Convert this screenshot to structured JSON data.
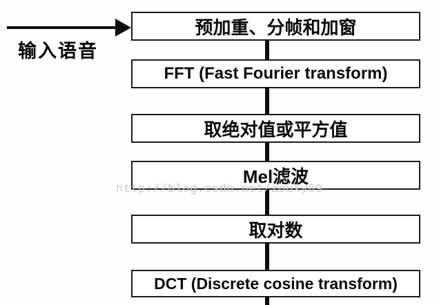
{
  "diagram": {
    "title_semantic": "MFCC feature extraction flowchart",
    "input_label": "输入语音",
    "steps": [
      {
        "label": "预加重、分帧和加窗"
      },
      {
        "label": "FFT (Fast Fourier transform)"
      },
      {
        "label": "取绝对值或平方值"
      },
      {
        "label": "Mel滤波"
      },
      {
        "label": "取对数"
      },
      {
        "label": "DCT (Discrete cosine transform)"
      }
    ],
    "watermark": "http://blog.csdn.net/zouxy09",
    "colors": {
      "line": "#0d0d0d",
      "box_border": "#1c1c1c",
      "box_fill": "#ffffff",
      "text": "#0a0a0a",
      "watermark": "#c9c9c9",
      "background": "#fefefe"
    }
  }
}
